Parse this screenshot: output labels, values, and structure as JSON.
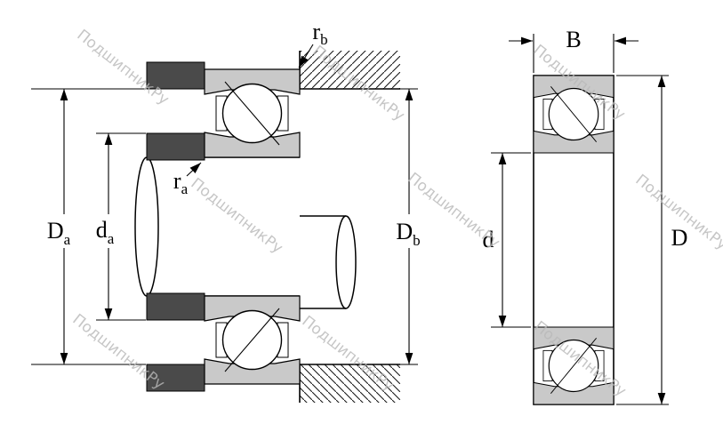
{
  "diagram": {
    "watermark": {
      "text": "ПодшипникРу"
    },
    "colors": {
      "ring_fill": "#c9c9c9",
      "spacer_fill": "#4a4a4a",
      "line": "#000000",
      "watermark": "#b9b9b9"
    },
    "labels": {
      "Da": {
        "base": "D",
        "sub": "a"
      },
      "da": {
        "base": "d",
        "sub": "a"
      },
      "ra": {
        "base": "r",
        "sub": "a"
      },
      "rb": {
        "base": "r",
        "sub": "b"
      },
      "Db": {
        "base": "D",
        "sub": "b"
      },
      "B": {
        "base": "B",
        "sub": ""
      },
      "d": {
        "base": "d",
        "sub": ""
      },
      "D": {
        "base": "D",
        "sub": ""
      }
    }
  }
}
